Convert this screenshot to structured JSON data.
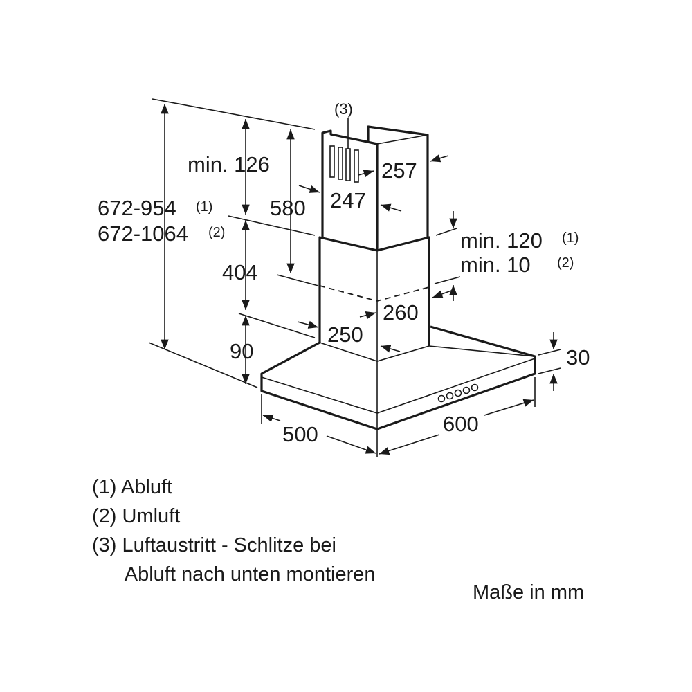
{
  "labels": {
    "vent_marker": "(3)",
    "min_126": "min. 126",
    "d580": "580",
    "d257": "257",
    "d247": "247",
    "total_1": "672-954",
    "total_1_note": "(1)",
    "total_2": "672-1064",
    "total_2_note": "(2)",
    "min_120": "min. 120",
    "min_120_note": "(1)",
    "min_10": "min. 10",
    "min_10_note": "(2)",
    "d404": "404",
    "d260": "260",
    "d250": "250",
    "d90": "90",
    "d30": "30",
    "d500": "500",
    "d600": "600"
  },
  "legend": [
    "(1) Abluft",
    "(2) Umluft",
    "(3) Luftaustritt - Schlitze bei",
    "      Abluft nach unten montieren"
  ],
  "units": "Maße in mm"
}
